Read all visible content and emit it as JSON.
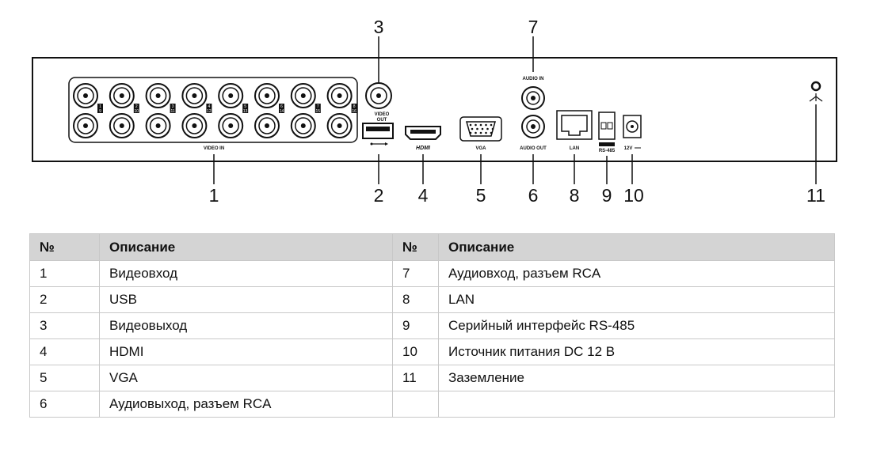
{
  "panel": {
    "labels": {
      "video_in": "VIDEO IN",
      "video_out": [
        "VIDEO",
        "OUT"
      ],
      "audio_in": "AUDIO IN",
      "audio_out": "AUDIO OUT",
      "hdmi": "HDMI",
      "vga": "VGA",
      "lan": "LAN",
      "rs485": "RS-485",
      "power": "12V"
    },
    "channels_top": [
      "1",
      "2",
      "3",
      "4",
      "5",
      "6",
      "7",
      "8"
    ],
    "channels_bottom": [
      "9",
      "10",
      "11",
      "12",
      "13",
      "14",
      "15",
      "16"
    ]
  },
  "callouts": [
    "1",
    "2",
    "3",
    "4",
    "5",
    "6",
    "7",
    "8",
    "9",
    "10",
    "11"
  ],
  "table": {
    "headers": [
      "№",
      "Описание",
      "№",
      "Описание"
    ],
    "rows": [
      [
        "1",
        "Видеовход",
        "7",
        "Аудиовход, разъем RCA"
      ],
      [
        "2",
        "USB",
        "8",
        "LAN"
      ],
      [
        "3",
        "Видеовыход",
        "9",
        "Серийный интерфейс RS-485"
      ],
      [
        "4",
        "HDMI",
        "10",
        "Источник питания DC 12 В"
      ],
      [
        "5",
        "VGA",
        "11",
        "Заземление"
      ],
      [
        "6",
        "Аудиовыход, разъем RCA",
        "",
        ""
      ]
    ]
  }
}
